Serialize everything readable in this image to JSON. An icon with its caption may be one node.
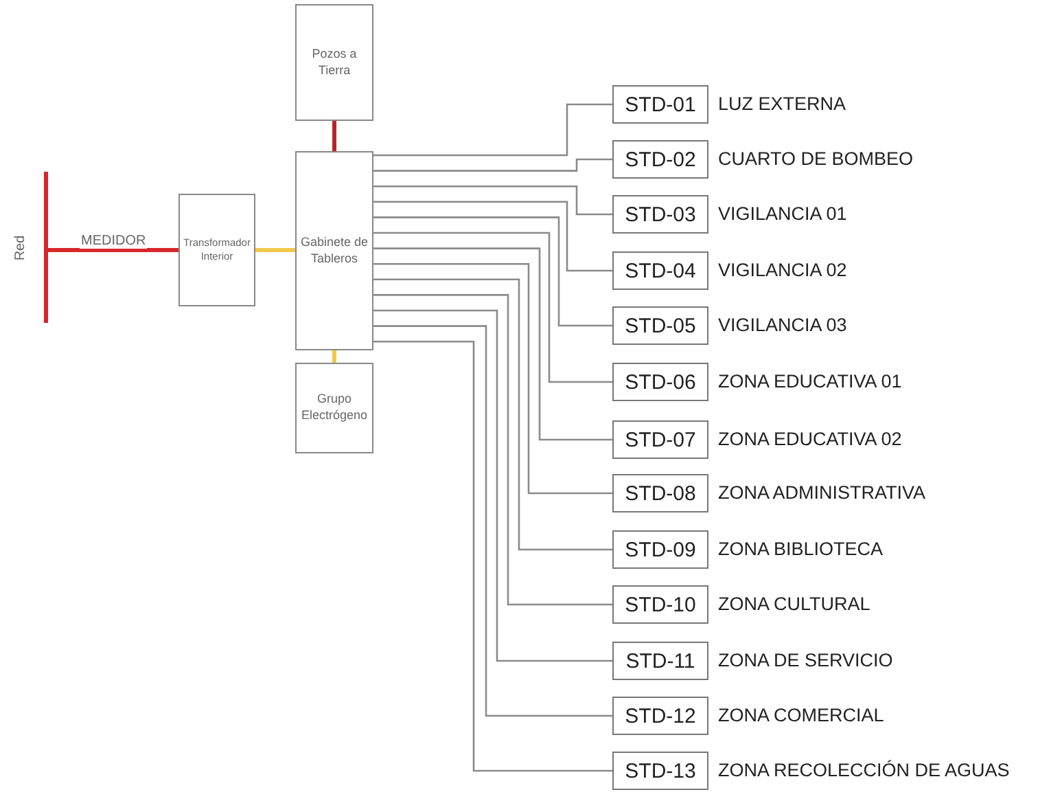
{
  "diagram": {
    "nodes": [
      {
        "text": [],
        "shape": "bar",
        "beside": [
          "Red"
        ]
      },
      {
        "text": [
          "Transformador Interior"
        ]
      },
      {
        "text": [
          "Pozos a Tierra"
        ]
      },
      {
        "text": [
          "Gabinete de Tableros"
        ]
      },
      {
        "text": [
          "Grupo Electrógeno"
        ]
      },
      {
        "text": [
          "STD-01"
        ],
        "beside": [
          "LUZ EXTERNA"
        ]
      },
      {
        "text": [
          "STD-02"
        ],
        "beside": [
          "CUARTO DE BOMBEO"
        ]
      },
      {
        "text": [
          "STD-03"
        ],
        "beside": [
          "VIGILANCIA 01"
        ]
      },
      {
        "text": [
          "STD-04"
        ],
        "beside": [
          "VIGILANCIA 02"
        ]
      },
      {
        "text": [
          "STD-05"
        ],
        "beside": [
          "VIGILANCIA 03"
        ]
      },
      {
        "text": [
          "STD-06"
        ],
        "beside": [
          "ZONA EDUCATIVA 01"
        ]
      },
      {
        "text": [
          "STD-07"
        ],
        "beside": [
          "ZONA EDUCATIVA 02"
        ]
      },
      {
        "text": [
          "STD-08"
        ],
        "beside": [
          "ZONA ADMINISTRATIVA"
        ]
      },
      {
        "text": [
          "STD-09"
        ],
        "beside": [
          "ZONA BIBLIOTECA"
        ]
      },
      {
        "text": [
          "STD-10"
        ],
        "beside": [
          "ZONA CULTURAL"
        ]
      },
      {
        "text": [
          "STD-11"
        ],
        "beside": [
          "ZONA DE SERVICIO"
        ]
      },
      {
        "text": [
          "STD-12"
        ],
        "beside": [
          "ZONA COMERCIAL"
        ]
      },
      {
        "text": [
          "STD-13"
        ],
        "beside": [
          "ZONA RECOLECCIÓN DE AGUAS"
        ]
      }
    ],
    "edges": [
      {
        "from": 0,
        "to": 1,
        "arrow": "none",
        "label": "MEDIDOR",
        "style": "thick",
        "color": "#d8262a"
      },
      {
        "from": 1,
        "to": 3,
        "arrow": "none",
        "style": "thick",
        "color": "#f2c84b"
      },
      {
        "from": 2,
        "to": 3,
        "arrow": "none",
        "style": "thick",
        "color": "#b5262a"
      },
      {
        "from": 4,
        "to": 3,
        "arrow": "none",
        "style": "thick",
        "color": "#f2c84b"
      },
      {
        "from": 3,
        "to": 5,
        "arrow": "none"
      },
      {
        "from": 3,
        "to": 6,
        "arrow": "none"
      },
      {
        "from": 3,
        "to": 7,
        "arrow": "none"
      },
      {
        "from": 3,
        "to": 8,
        "arrow": "none"
      },
      {
        "from": 3,
        "to": 9,
        "arrow": "none"
      },
      {
        "from": 3,
        "to": 10,
        "arrow": "none"
      },
      {
        "from": 3,
        "to": 11,
        "arrow": "none"
      },
      {
        "from": 3,
        "to": 12,
        "arrow": "none"
      },
      {
        "from": 3,
        "to": 13,
        "arrow": "none"
      },
      {
        "from": 3,
        "to": 14,
        "arrow": "none"
      },
      {
        "from": 3,
        "to": 15,
        "arrow": "none"
      },
      {
        "from": 3,
        "to": 16,
        "arrow": "none"
      },
      {
        "from": 3,
        "to": 17,
        "arrow": "none"
      }
    ]
  }
}
